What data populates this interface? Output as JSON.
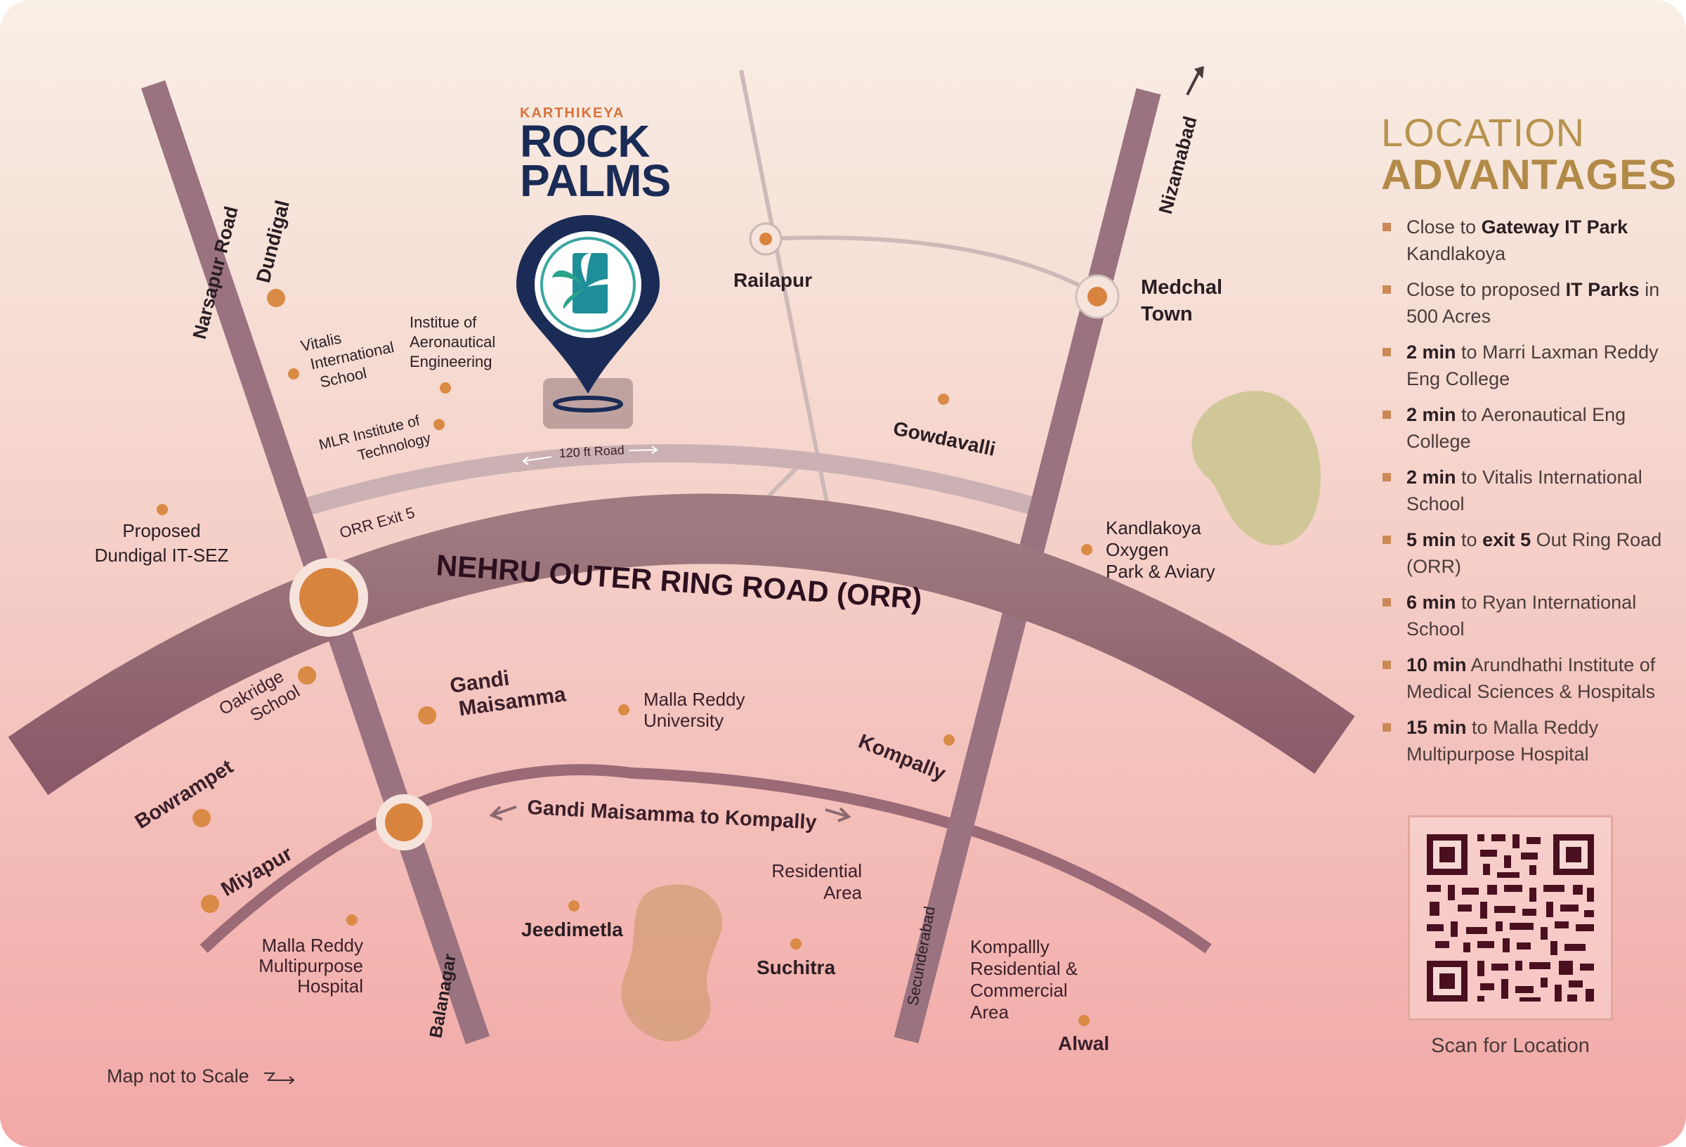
{
  "brand": {
    "company": "KARTHIKEYA",
    "project_line1": "ROCK",
    "project_line2": "PALMS"
  },
  "map": {
    "roads": {
      "orr": "NEHRU OUTER RING ROAD (ORR)",
      "road_120": "120 ft Road",
      "gandi_kompally": "Gandi Maisamma to Kompally",
      "orr_exit": "ORR Exit 5",
      "narsapur": "Narsapur Road",
      "dundigal": "Dundigal",
      "nizamabad": "Nizamabad",
      "balanagar": "Balanagar",
      "secunderabad": "Secunderabad"
    },
    "places": {
      "railapur": "Railapur",
      "medchal": [
        "Medchal",
        "Town"
      ],
      "gowdavalli": "Gowdavalli",
      "kandlakoya": [
        "Kandlakoya",
        "Oxygen",
        "Park & Aviary"
      ],
      "vitalis": [
        "Vitalis",
        "International",
        "School"
      ],
      "aeronautical": [
        "Institue of",
        "Aeronautical",
        "Engineering"
      ],
      "mlr": [
        "MLR Institute of",
        "Technology"
      ],
      "dundigal_sez": [
        "Proposed",
        "Dundigal IT-SEZ"
      ],
      "oakridge": [
        "Oakridge",
        "School"
      ],
      "gandi": [
        "Gandi",
        "Maisamma"
      ],
      "malla_univ": [
        "Malla Reddy",
        "University"
      ],
      "kompally": "Kompally",
      "bowrampet": "Bowrampet",
      "miyapur": "Miyapur",
      "malla_hosp": [
        "Malla Reddy",
        "Multipurpose",
        "Hospital"
      ],
      "jeedimetla": "Jeedimetla",
      "residential": [
        "Residential",
        "Area"
      ],
      "suchitra": "Suchitra",
      "kompally_res": [
        "Kompallly",
        "Residential &",
        "Commercial",
        "Area"
      ],
      "alwal": "Alwal"
    },
    "scale_note": "Map not to Scale"
  },
  "sidebar": {
    "title_line1": "LOCATION",
    "title_line2": "ADVANTAGES",
    "items": [
      {
        "pre": "Close to ",
        "bold": "Gateway IT Park",
        "post": " Kandlakoya"
      },
      {
        "pre": "Close to proposed ",
        "bold": "IT Parks",
        "post": " in 500 Acres"
      },
      {
        "pre": "",
        "bold": "2 min",
        "post": " to Marri Laxman Reddy Eng College"
      },
      {
        "pre": "",
        "bold": "2 min",
        "post": " to Aeronautical Eng College"
      },
      {
        "pre": "",
        "bold": "2 min",
        "post": " to Vitalis International School"
      },
      {
        "pre": "",
        "bold": "5 min",
        "post": " to ",
        "bold2": "exit 5",
        "post2": " Out Ring Road (ORR)"
      },
      {
        "pre": "",
        "bold": "6 min",
        "post": " to Ryan International School"
      },
      {
        "pre": "",
        "bold": "10 min",
        "post": " Arundhathi Institute of Medical Sciences & Hospitals"
      },
      {
        "pre": "",
        "bold": "15 min",
        "post": " to Malla Reddy Multipurpose Hospital"
      }
    ],
    "qr_caption": "Scan for Location"
  },
  "colors": {
    "road": "#8e6470",
    "pin": "#d98a45",
    "navy": "#1a2b55",
    "gold": "#b8934f"
  },
  "icons": [
    "location-pin-icon",
    "palm-logo-icon",
    "qr-code-icon",
    "north-arrow-icon"
  ]
}
